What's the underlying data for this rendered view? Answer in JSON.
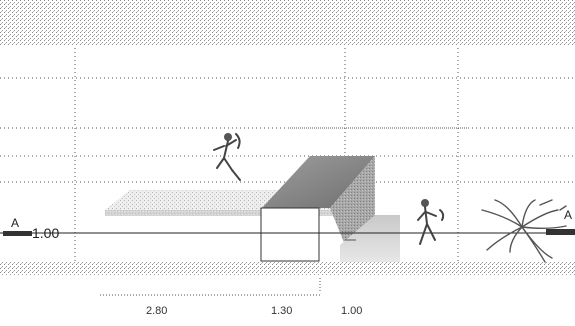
{
  "section_marker": {
    "left_letter": "A",
    "right_letter": "A"
  },
  "level_label": "1.00",
  "dimensions": [
    "2.80",
    "1.30",
    "1.00"
  ],
  "figures": [
    "figure-climbing",
    "figure-walking",
    "plant"
  ]
}
